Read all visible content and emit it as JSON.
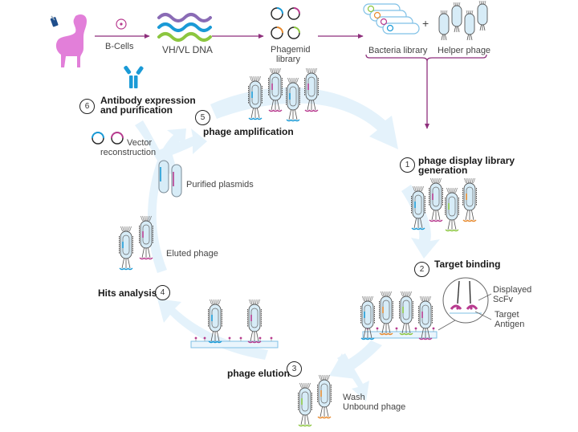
{
  "title": "Phage display antibody discovery workflow",
  "colors": {
    "arrow_pathway": "#8e2f7c",
    "cycle_arrow": "#e4f2fb",
    "phage_body": "#d7ecf7",
    "phage_outline": "#555555",
    "blue": "#1a9ad6",
    "magenta": "#b83b8f",
    "orange": "#e88a2e",
    "green": "#8cc63f",
    "purple": "#8a6bb5",
    "llama": "#e27fd9"
  },
  "top_flow": {
    "b_cells": "B-Cells",
    "dna": "VH/VL DNA",
    "phagemid_line1": "Phagemid",
    "phagemid_line2": "library",
    "bacteria": "Bacteria library",
    "plus": "+",
    "helper": "Helper phage"
  },
  "steps": [
    {
      "number": "1",
      "label_line1": "phage display library",
      "label_line2": "generation"
    },
    {
      "number": "2",
      "label_line1": "Target binding"
    },
    {
      "number": "3",
      "label_line1": "phage elution"
    },
    {
      "number": "4",
      "label_line1": "Hits analysis"
    },
    {
      "number": "5",
      "label_line1": "phage amplification"
    },
    {
      "number": "6",
      "label_line1": "Antibody expression",
      "label_line2": "and purification"
    }
  ],
  "annotations": {
    "displayed_line1": "Displayed",
    "displayed_line2": "ScFv",
    "target_line1": "Target",
    "target_line2": "Antigen",
    "wash_line1": "Wash",
    "wash_line2": "Unbound phage",
    "eluted": "Eluted phage",
    "purified": "Purified plasmids",
    "vector_line1": "Vector",
    "vector_line2": "reconstruction"
  }
}
